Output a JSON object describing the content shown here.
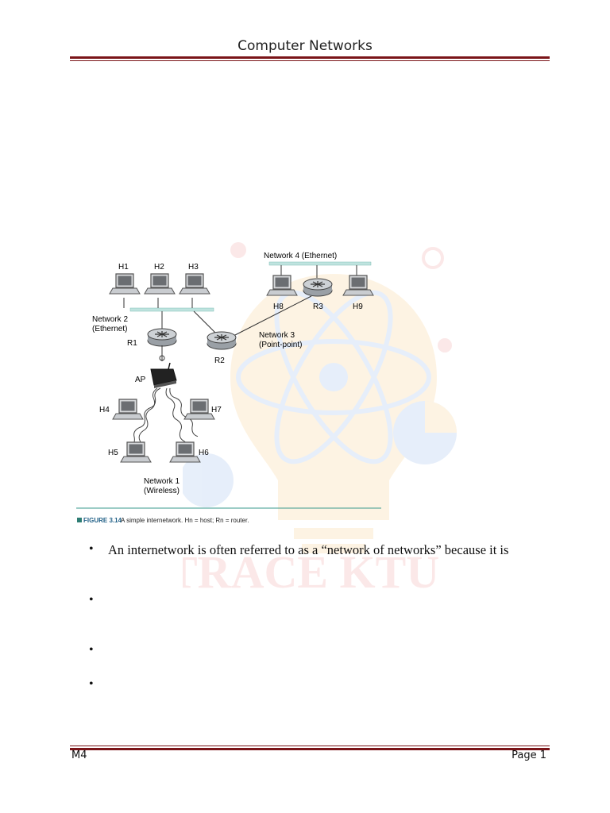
{
  "header": {
    "title": "Computer Networks"
  },
  "watermark": {
    "text": "TRACE KTU"
  },
  "figure": {
    "caption_label": "FIGURE 3.14",
    "caption_text": "A simple internetwork. Hn = host; Rn = router.",
    "labels": {
      "h1": "H1",
      "h2": "H2",
      "h3": "H3",
      "h4": "H4",
      "h5": "H5",
      "h6": "H6",
      "h7": "H7",
      "h8": "H8",
      "h9": "H9",
      "r1": "R1",
      "r2": "R2",
      "r3": "R3",
      "ap": "AP",
      "network4": "Network 4 (Ethernet)",
      "network2_line1": "Network 2",
      "network2_line2": "(Ethernet)",
      "network3_line1": "Network 3",
      "network3_line2": "(Point-point)",
      "network1_line1": "Network 1",
      "network1_line2": "(Wireless)"
    }
  },
  "bullets": [
    {
      "text": "An internetwork is often referred to as a “network of networks” because it is"
    },
    {
      "text": ""
    },
    {
      "text": ""
    },
    {
      "text": ""
    }
  ],
  "footer": {
    "left": "M4",
    "right": "Page 1"
  }
}
